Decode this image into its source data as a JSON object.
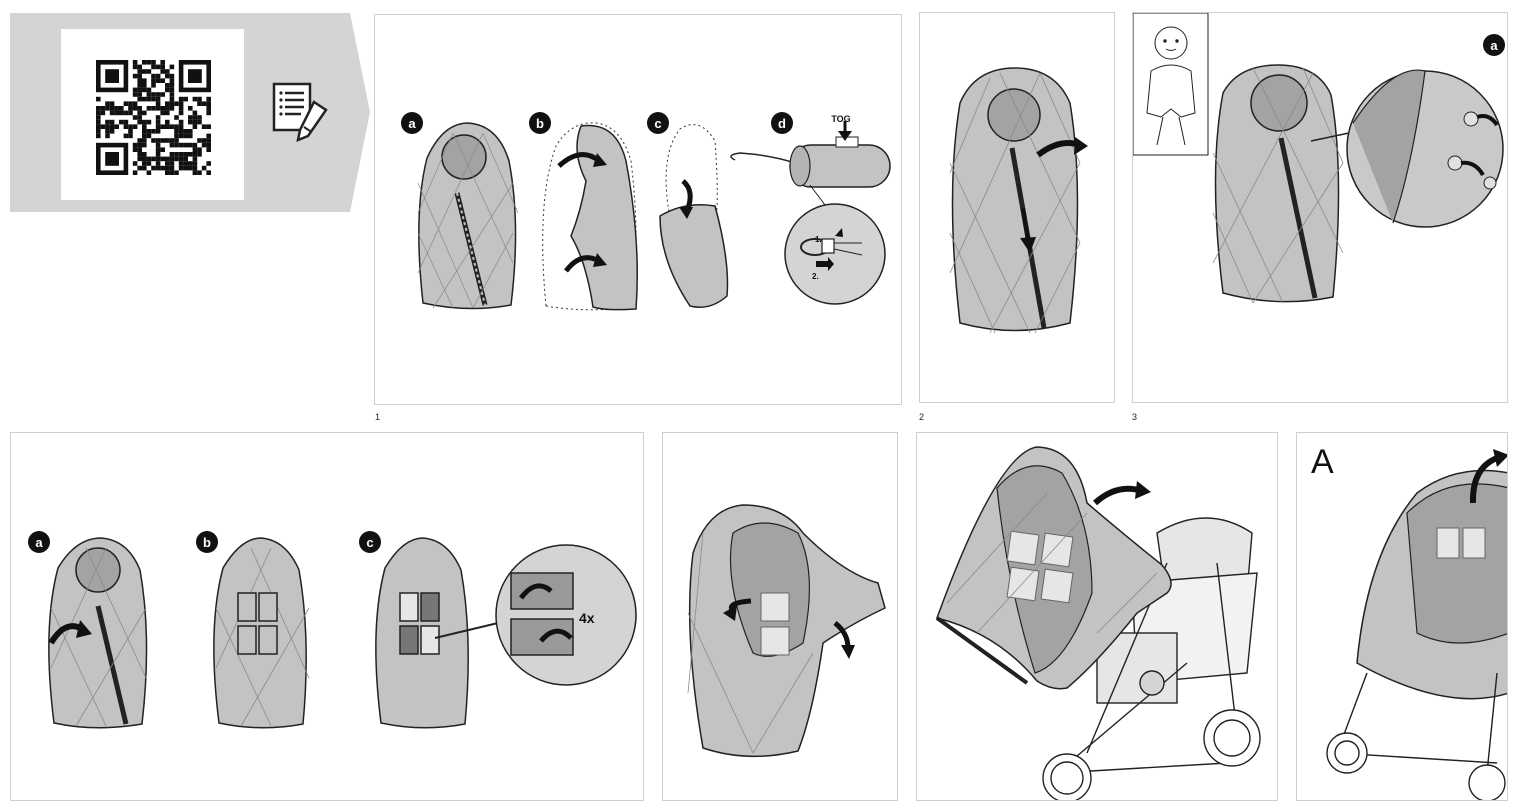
{
  "step_numbers": [
    "1",
    "2",
    "3"
  ],
  "panel1_labels": [
    "a",
    "b",
    "c",
    "d"
  ],
  "panel1_tog": "TOG",
  "panel1_zoom_steps": [
    "1.",
    "2."
  ],
  "panel3_label": "a",
  "panel4_labels": [
    "a",
    "b",
    "c"
  ],
  "panel4_count": "4x",
  "panel8_letter": "A",
  "colors": {
    "banner_gray": "#d4d4d4",
    "footmuff_gray": "#c3c3c3",
    "hood_dark": "#a3a3a3",
    "outline": "#222222",
    "panel_border": "#cfcfcf"
  },
  "icons": [
    "qr-code",
    "manual-edit-icon",
    "arrow-icon",
    "baby-figure"
  ]
}
